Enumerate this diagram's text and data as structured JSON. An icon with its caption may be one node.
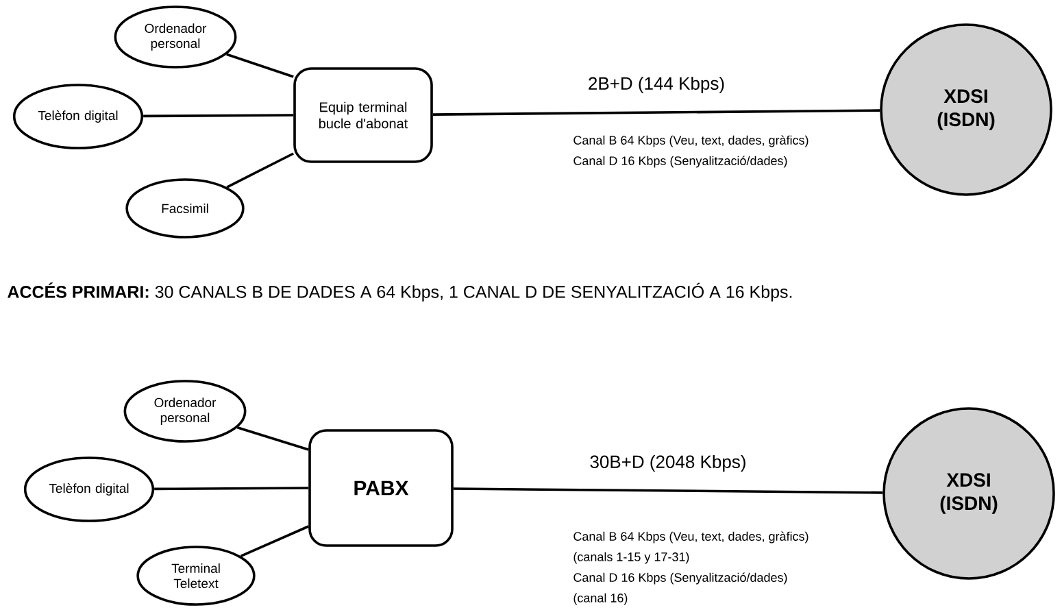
{
  "diagram": {
    "nodes": [
      {
        "text": [
          "Ordenador personal"
        ]
      },
      {
        "text": [
          "Telèfon digital"
        ]
      },
      {
        "text": [
          "Facsimil"
        ]
      },
      {
        "text": [
          "Equip terminal bucle d'abonat"
        ]
      },
      {
        "text": [
          "XDSI (ISDN)"
        ]
      },
      {
        "text": [
          "Ordenador personal"
        ]
      },
      {
        "text": [
          "Telèfon digital"
        ]
      },
      {
        "text": [
          "Terminal Teletext"
        ]
      },
      {
        "text": [
          "PABX"
        ]
      },
      {
        "text": [
          "XDSI (ISDN)"
        ]
      }
    ],
    "edges": [
      {
        "from": 0,
        "to": 3,
        "arrow": "none"
      },
      {
        "from": 1,
        "to": 3,
        "arrow": "none"
      },
      {
        "from": 2,
        "to": 3,
        "arrow": "none"
      },
      {
        "from": 3,
        "to": 4,
        "arrow": "none",
        "label": "2B+D (144 Kbps)"
      },
      {
        "from": 5,
        "to": 8,
        "arrow": "none"
      },
      {
        "from": 6,
        "to": 8,
        "arrow": "none"
      },
      {
        "from": 7,
        "to": 8,
        "arrow": "none"
      },
      {
        "from": 8,
        "to": 9,
        "arrow": "none",
        "label": "30B+D (2048 Kbps)"
      }
    ],
    "labels": [
      "Canal B 64 Kbps (Veu, text, dades, gràfics)",
      "Canal D 16 Kbps (Senyalització/dades)",
      "**ACCÉS PRIMARI:** 30 CANALS B DE DADES A 64 Kbps, 1 CANAL D DE SENYALITZACIÓ A 16 Kbps.",
      "Canal B 64 Kbps (Veu, text, dades, gràfics)",
      "(canals 1-15 y 17-31)",
      "Canal D 16 Kbps (Senyalització/dades)",
      "(canal 16)"
    ]
  }
}
